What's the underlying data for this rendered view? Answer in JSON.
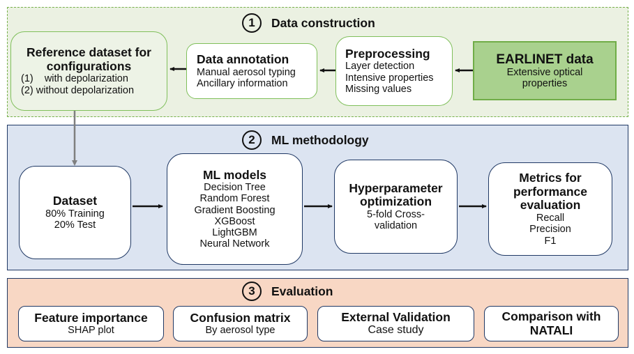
{
  "sections": {
    "data_construction": {
      "number": "1",
      "title": "Data construction",
      "boxes": {
        "reference": {
          "title_line1": "Reference dataset for",
          "title_line2": "configurations",
          "items": [
            "(1)    with depolarization",
            "(2) without depolarization"
          ]
        },
        "annotation": {
          "title": "Data annotation",
          "items": [
            "Manual aerosol typing",
            "Ancillary information"
          ]
        },
        "preprocessing": {
          "title": "Preprocessing",
          "items": [
            "Layer detection",
            "Intensive properties",
            "Missing values"
          ]
        },
        "earlinet": {
          "title": "EARLINET data",
          "items": [
            "Extensive optical",
            "properties"
          ]
        }
      }
    },
    "ml_methodology": {
      "number": "2",
      "title": "ML methodology",
      "boxes": {
        "dataset": {
          "title": "Dataset",
          "items": [
            "80% Training",
            "20% Test"
          ]
        },
        "models": {
          "title": "ML models",
          "items": [
            "Decision Tree",
            "Random Forest",
            "Gradient Boosting",
            "XGBoost",
            "LightGBM",
            "Neural Network"
          ]
        },
        "hyperparameter": {
          "title_line1": "Hyperparameter",
          "title_line2": "optimization",
          "items": [
            "5-fold Cross-",
            "validation"
          ]
        },
        "metrics": {
          "title_line1": "Metrics for",
          "title_line2": "performance",
          "title_line3": "evaluation",
          "items": [
            "Recall",
            "Precision",
            "F1"
          ]
        }
      }
    },
    "evaluation": {
      "number": "3",
      "title": "Evaluation",
      "boxes": {
        "feature": {
          "title": "Feature importance",
          "sub": "SHAP plot"
        },
        "confusion": {
          "title": "Confusion matrix",
          "sub": "By aerosol type"
        },
        "external": {
          "title": "External Validation",
          "sub": "Case study"
        },
        "comparison": {
          "title": "Comparison with",
          "sub": "NATALI"
        }
      }
    }
  },
  "colors": {
    "section1_bg": "#ebf1e2",
    "section1_border": "#76b04a",
    "earlinet_fill": "#a9d18e",
    "section2_bg": "#dce4f1",
    "section3_bg": "#f8d7c4",
    "navy_border": "#1f3864"
  }
}
